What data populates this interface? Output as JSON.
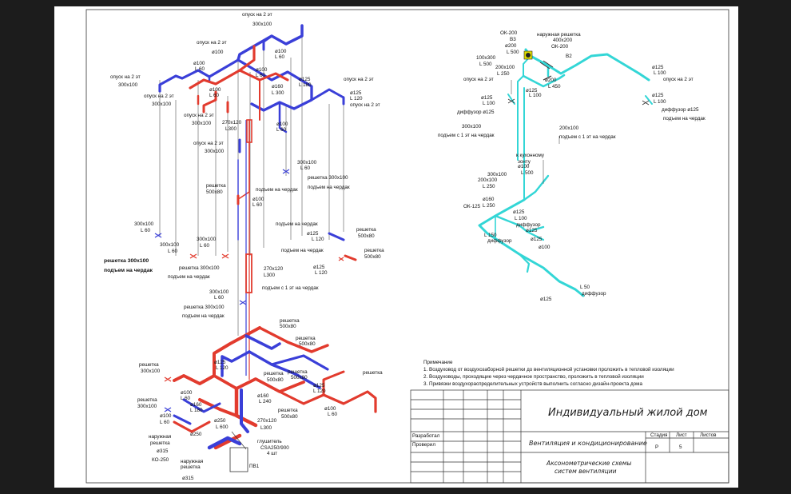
{
  "drawing": {
    "labels_main": [
      "опуск на 2 эт",
      "300x100",
      "опуск на 2 эт",
      "ø100",
      "ø100",
      "L 60",
      "ø100",
      "L 60",
      "ø100",
      "L 60",
      "опуск на 2 эт",
      "300x100",
      "опуск на 2 эт",
      "300x100",
      "ø100",
      "L 60",
      "ø160",
      "L 300",
      "ø125",
      "L 180",
      "опуск на 2 эт",
      "ø125",
      "L 120",
      "опуск на 2 эт",
      "опуск на 2 эт",
      "300x100",
      "270x120",
      "L300",
      "ø100",
      "L 60",
      "опуск на 2 эт",
      "300x100",
      "300x100",
      "L 60",
      "решетка 300x100",
      "подъем на чердак",
      "решетка",
      "500x80",
      "подъем на чердак",
      "ø100",
      "L 60",
      "подъем на чердак",
      "решетка",
      "500x80",
      "300x100",
      "L 60",
      "ø125",
      "L 120",
      "подъем на чердак",
      "решетка",
      "500x80",
      "300x100",
      "L 60",
      "300x100",
      "L 60",
      "ø125",
      "L 120",
      "решетка 300x100",
      "решетка 300x100",
      "подъем на чердак",
      "подъем на чердак",
      "270x120",
      "L300",
      "подъем с 1 эт на чердак",
      "300x100",
      "L 60",
      "решетка 300x100",
      "подъем на чердак",
      "решетка",
      "500x80",
      "решетка",
      "500x80",
      "ø125",
      "L 120",
      "решетка",
      "500x80",
      "решетка",
      "300x100",
      "решетка",
      "500x80",
      "ø125",
      "L 120",
      "ø100",
      "L 60",
      "решетка",
      "300x100",
      "ø160",
      "L 240",
      "ø100",
      "L 60",
      "решетка",
      "500x80",
      "ø100",
      "L 60",
      "ø160",
      "L 180",
      "ø250",
      "L 600",
      "270x120",
      "L300",
      "ø250",
      "глушитель",
      "CSA250/900",
      "4 шт",
      "наружная",
      "решетка",
      "ø315",
      "КО-250",
      "наружная",
      "решетка",
      "ø315",
      "ПВ1",
      "решетка"
    ],
    "labels_right": [
      "ОК-200",
      "наружная решетка",
      "400x200",
      "В3",
      "ø200",
      "L 500",
      "ОК-200",
      "В2",
      "100x300",
      "L 500",
      "200x100",
      "L 250",
      "ø200",
      "L 450",
      "опуск на 2 эт",
      "ø125",
      "L 100",
      "ø125",
      "L 100",
      "диффузор ø125",
      "ø125",
      "L 100",
      "опуск на 2 эт",
      "ø125",
      "L 100",
      "диффузор ø125",
      "подъем на чердак",
      "300x100",
      "подъем с 1 эт на чердак",
      "200x100",
      "подъем с 1 эт на чердак",
      "к кухонному",
      "зонту",
      "ø100",
      "L 500",
      "300x100",
      "200x100",
      "L 250",
      "ø160",
      "ОК-125",
      "L 250",
      "ø125",
      "L 100",
      "диффузор",
      "ø125",
      "L 150",
      "диффузор",
      "ø125",
      "ø100",
      "L 50",
      "диффузор",
      "ø125"
    ]
  },
  "notes": {
    "heading": "Примечание",
    "items": [
      "1. Воздуховод от воздухозаборной решетки до вентиляционной установки проложить в тепловой изоляции",
      "2. Воздуховоды, проходящие через чердачное пространство, проложить в тепловой изоляции",
      "3. Привязки воздухораспределительных устройств выполнить согласно дизайн-проекта дома"
    ]
  },
  "title_block": {
    "project": "Индивидуальный жилой дом",
    "section": "Вентиляция и кондиционирование",
    "sheet_title_1": "Аксонометрические схемы",
    "sheet_title_2": "систем вентиляции",
    "role_1": "Разработал",
    "role_2": "Проверил",
    "col_stage": "Стадия",
    "col_sheet": "Лист",
    "col_sheets": "Листов",
    "stage": "Р",
    "sheet": "5"
  },
  "colors": {
    "supply": "#e23b2e",
    "exhaust": "#3a3fd8",
    "exhaust_right": "#33d6d6",
    "background": "#1c1c1c"
  }
}
